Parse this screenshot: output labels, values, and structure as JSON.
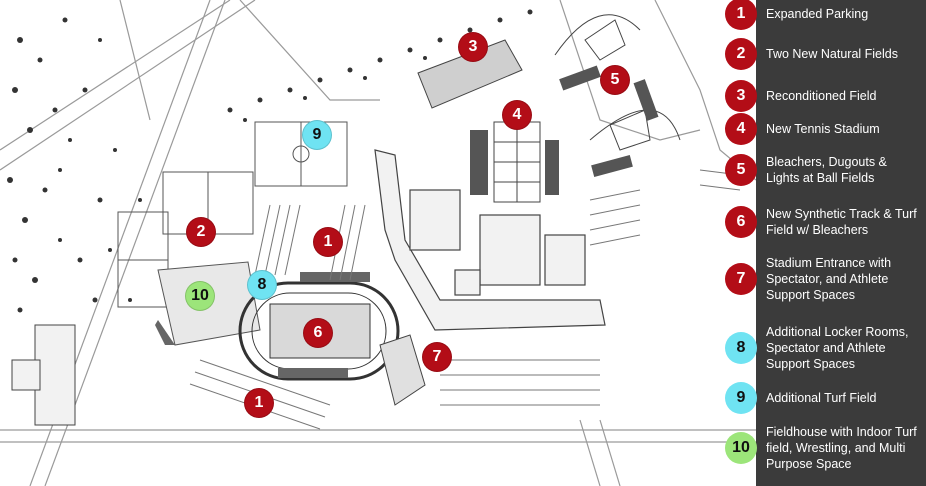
{
  "map": {
    "markers": [
      {
        "id": "m3",
        "label": "3",
        "color": "red"
      },
      {
        "id": "m5",
        "label": "5",
        "color": "red"
      },
      {
        "id": "m4",
        "label": "4",
        "color": "red"
      },
      {
        "id": "m9",
        "label": "9",
        "color": "cyan"
      },
      {
        "id": "m2",
        "label": "2",
        "color": "red"
      },
      {
        "id": "m1a",
        "label": "1",
        "color": "red"
      },
      {
        "id": "m10",
        "label": "10",
        "color": "green"
      },
      {
        "id": "m8",
        "label": "8",
        "color": "cyan"
      },
      {
        "id": "m6",
        "label": "6",
        "color": "red"
      },
      {
        "id": "m7",
        "label": "7",
        "color": "red"
      },
      {
        "id": "m1b",
        "label": "1",
        "color": "red"
      }
    ]
  },
  "legend": {
    "items": [
      {
        "num": "1",
        "color": "red",
        "text": "Expanded Parking"
      },
      {
        "num": "2",
        "color": "red",
        "text": "Two New Natural Fields"
      },
      {
        "num": "3",
        "color": "red",
        "text": "Reconditioned Field"
      },
      {
        "num": "4",
        "color": "red",
        "text": "New Tennis Stadium"
      },
      {
        "num": "5",
        "color": "red",
        "text": "Bleachers, Dugouts & Lights at Ball Fields"
      },
      {
        "num": "6",
        "color": "red",
        "text": "New Synthetic Track & Turf Field w/ Bleachers"
      },
      {
        "num": "7",
        "color": "red",
        "text": "Stadium Entrance with Spectator, and Athlete Support Spaces"
      },
      {
        "num": "8",
        "color": "cyan",
        "text": "Additional Locker Rooms, Spectator and Athlete Support Spaces"
      },
      {
        "num": "9",
        "color": "cyan",
        "text": "Additional Turf Field"
      },
      {
        "num": "10",
        "color": "green",
        "text": "Fieldhouse with Indoor Turf field, Wrestling, and Multi Purpose Space"
      }
    ]
  }
}
